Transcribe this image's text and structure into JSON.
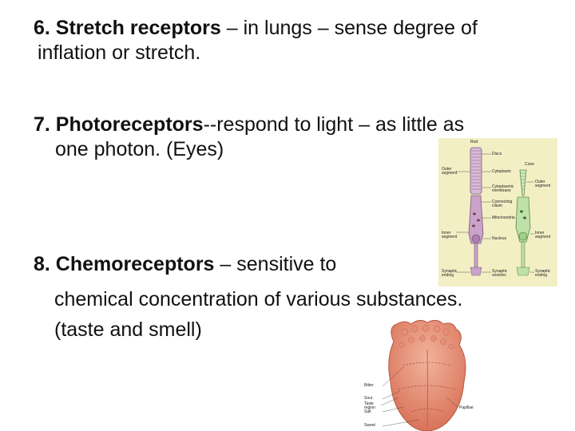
{
  "items": [
    {
      "title": "6. Stretch receptors",
      "line1": " – in lungs – sense degree of",
      "line2": "inflation or stretch."
    },
    {
      "title": "7. Photoreceptors",
      "line1": "--respond to light – as little as",
      "line2": "one photon. (Eyes)"
    },
    {
      "title": "8. Chemoreceptors",
      "line1": " – sensitive to",
      "line2": "chemical concentration of various substances.",
      "line3": "(taste and smell)"
    }
  ],
  "photoreceptor_figure": {
    "labels": {
      "rod": "Rod",
      "discs": "Discs",
      "cone": "Cone",
      "outer_segment_left": "Outer segment",
      "cytoplasm": "Cytoplasm",
      "outer_segment_right": "Outer segment",
      "cytoplasmic_membrane": "Cytoplasmic membrane",
      "connecting_cilium": "Connecting cilium",
      "mitochondria": "Mitochondria",
      "inner_segment_left": "Inner segment",
      "nucleus": "Nucleus",
      "inner_segment_right": "Inner segment",
      "synaptic_ending_left": "Synaptic ending",
      "synaptic_vesicles": "Synaptic vesicles",
      "synaptic_ending_right": "Synaptic ending"
    }
  },
  "tongue_figure": {
    "labels": {
      "bitter": "Bitter",
      "sour": "Sour",
      "taste_region": "Taste region",
      "salt": "Salt",
      "sweet": "Sweet",
      "papillae": "Papillae"
    }
  },
  "colors": {
    "text": "#111111",
    "figure_bg": "#f3efc4",
    "rod_cell": "#c9a3c9",
    "cone_cell": "#bfe0a8",
    "tongue": "#e89a80"
  }
}
